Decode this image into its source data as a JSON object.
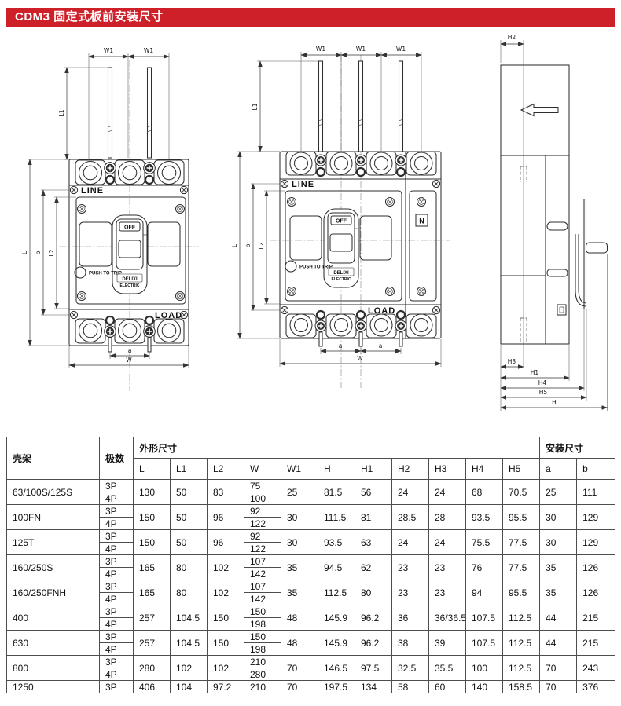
{
  "page": {
    "title": "CDM3 固定式板前安装尺寸",
    "accent_color": "#ce2029",
    "line_color": "#2e2e2e"
  },
  "drawings": {
    "front_3p": {
      "description": "3-pole breaker front view with mounting dimensions",
      "labels": {
        "w1": "W1",
        "l1": "L1",
        "l": "L",
        "b": "b",
        "l2": "L2",
        "line": "LINE",
        "load": "LOAD",
        "off": "OFF",
        "push": "PUSH TO TRIP",
        "brand": "DELIXI",
        "brand_sub": "ELECTRIC",
        "a": "a",
        "w": "W"
      }
    },
    "front_4p": {
      "description": "4-pole breaker front view with mounting dimensions",
      "labels": {
        "w1": "W1",
        "l1": "L1",
        "l": "L",
        "b": "b",
        "l2": "L2",
        "line": "LINE",
        "load": "LOAD",
        "off": "OFF",
        "push": "PUSH TO TRIP",
        "brand": "DELIXI",
        "brand_sub": "ELECTRIC",
        "a": "a",
        "w": "W",
        "n": "N"
      }
    },
    "side": {
      "description": "Side view with height dimensions",
      "labels": {
        "h2": "H2",
        "h3": "H3",
        "h1": "H1",
        "h4": "H4",
        "h5": "H5",
        "h": "H"
      }
    }
  },
  "table": {
    "headers": {
      "frame": "壳架",
      "poles": "极数",
      "outline": "外形尺寸",
      "mounting": "安装尺寸",
      "cols": [
        "L",
        "L1",
        "L2",
        "W",
        "W1",
        "H",
        "H1",
        "H2",
        "H3",
        "H4",
        "H5"
      ],
      "mount_cols": [
        "a",
        "b"
      ]
    },
    "groups": [
      {
        "frame": "63/100S/125S",
        "rows": [
          {
            "poles": "3P",
            "W": "75"
          },
          {
            "poles": "4P",
            "W": "100"
          }
        ],
        "shared": {
          "L": "130",
          "L1": "50",
          "L2": "83",
          "W1": "25",
          "H": "81.5",
          "H1": "56",
          "H2": "24",
          "H3": "24",
          "H4": "68",
          "H5": "70.5",
          "a": "25",
          "b": "111"
        }
      },
      {
        "frame": "100FN",
        "rows": [
          {
            "poles": "3P",
            "W": "92"
          },
          {
            "poles": "4P",
            "W": "122"
          }
        ],
        "shared": {
          "L": "150",
          "L1": "50",
          "L2": "96",
          "W1": "30",
          "H": "111.5",
          "H1": "81",
          "H2": "28.5",
          "H3": "28",
          "H4": "93.5",
          "H5": "95.5",
          "a": "30",
          "b": "129"
        }
      },
      {
        "frame": "125T",
        "rows": [
          {
            "poles": "3P",
            "W": "92"
          },
          {
            "poles": "4P",
            "W": "122"
          }
        ],
        "shared": {
          "L": "150",
          "L1": "50",
          "L2": "96",
          "W1": "30",
          "H": "93.5",
          "H1": "63",
          "H2": "24",
          "H3": "24",
          "H4": "75.5",
          "H5": "77.5",
          "a": "30",
          "b": "129"
        }
      },
      {
        "frame": "160/250S",
        "rows": [
          {
            "poles": "3P",
            "W": "107"
          },
          {
            "poles": "4P",
            "W": "142"
          }
        ],
        "shared": {
          "L": "165",
          "L1": "80",
          "L2": "102",
          "W1": "35",
          "H": "94.5",
          "H1": "62",
          "H2": "23",
          "H3": "23",
          "H4": "76",
          "H5": "77.5",
          "a": "35",
          "b": "126"
        }
      },
      {
        "frame": "160/250FNH",
        "rows": [
          {
            "poles": "3P",
            "W": "107"
          },
          {
            "poles": "4P",
            "W": "142"
          }
        ],
        "shared": {
          "L": "165",
          "L1": "80",
          "L2": "102",
          "W1": "35",
          "H": "112.5",
          "H1": "80",
          "H2": "23",
          "H3": "23",
          "H4": "94",
          "H5": "95.5",
          "a": "35",
          "b": "126"
        }
      },
      {
        "frame": "400",
        "rows": [
          {
            "poles": "3P",
            "W": "150"
          },
          {
            "poles": "4P",
            "W": "198"
          }
        ],
        "shared": {
          "L": "257",
          "L1": "104.5",
          "L2": "150",
          "W1": "48",
          "H": "145.9",
          "H1": "96.2",
          "H2": "36",
          "H3": "36/36.5",
          "H4": "107.5",
          "H5": "112.5",
          "a": "44",
          "b": "215"
        }
      },
      {
        "frame": "630",
        "rows": [
          {
            "poles": "3P",
            "W": "150"
          },
          {
            "poles": "4P",
            "W": "198"
          }
        ],
        "shared": {
          "L": "257",
          "L1": "104.5",
          "L2": "150",
          "W1": "48",
          "H": "145.9",
          "H1": "96.2",
          "H2": "38",
          "H3": "39",
          "H4": "107.5",
          "H5": "112.5",
          "a": "44",
          "b": "215"
        }
      },
      {
        "frame": "800",
        "rows": [
          {
            "poles": "3P",
            "W": "210"
          },
          {
            "poles": "4P",
            "W": "280"
          }
        ],
        "shared": {
          "L": "280",
          "L1": "102",
          "L2": "102",
          "W1": "70",
          "H": "146.5",
          "H1": "97.5",
          "H2": "32.5",
          "H3": "35.5",
          "H4": "100",
          "H5": "112.5",
          "a": "70",
          "b": "243"
        }
      },
      {
        "frame": "1250",
        "rows": [
          {
            "poles": "3P",
            "W": "210"
          }
        ],
        "shared": {
          "L": "406",
          "L1": "104",
          "L2": "97.2",
          "W1": "70",
          "H": "197.5",
          "H1": "134",
          "H2": "58",
          "H3": "60",
          "H4": "140",
          "H5": "158.5",
          "a": "70",
          "b": "376"
        }
      }
    ]
  }
}
